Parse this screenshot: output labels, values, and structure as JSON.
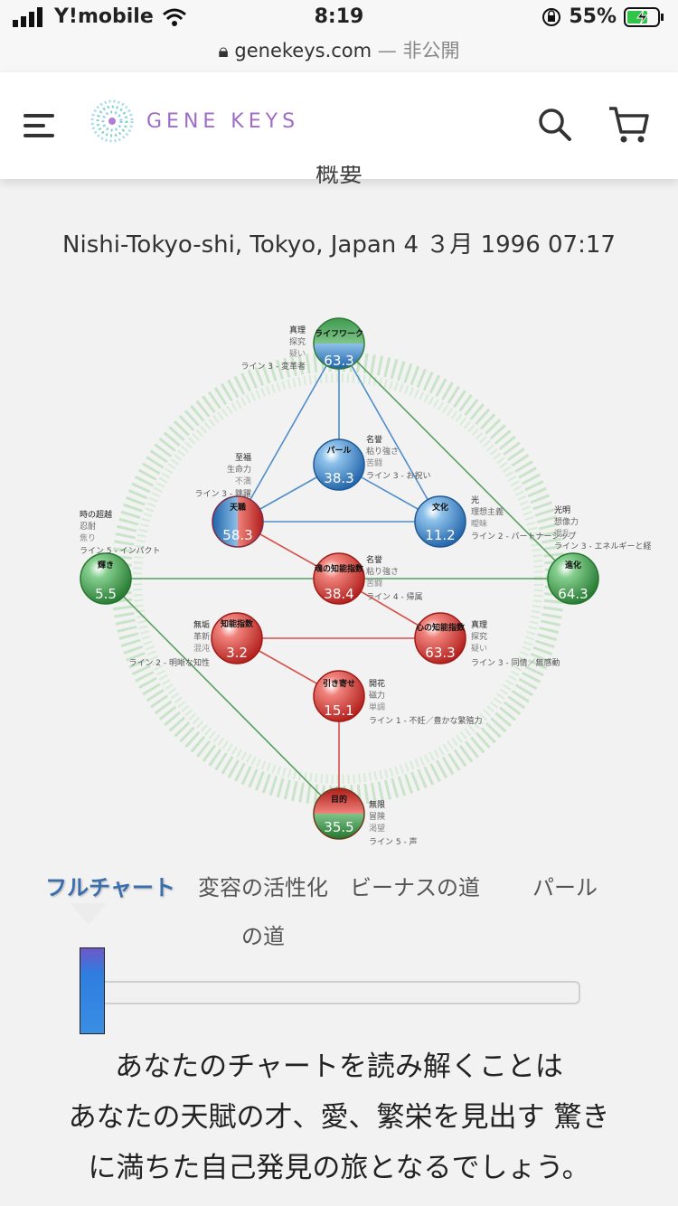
{
  "status_bar": {
    "carrier": "Y!mobile",
    "time": "8:19",
    "battery": "55%",
    "url": "genekeys.com",
    "url_suffix": "— 非公開"
  },
  "header": {
    "logo_text": "GENE KEYS",
    "menu_icon": "hamburger-menu-icon",
    "search_icon": "search-icon",
    "cart_icon": "cart-icon"
  },
  "page": {
    "title": "概要",
    "location": "Nishi-Tokyo-shi, Tokyo, Japan 4 ３月 1996 07:17"
  },
  "colors": {
    "blue_node": "#3b82c4",
    "red_node": "#d33a35",
    "green_node": "#3f9a4f",
    "accent": "#3a6fae",
    "logo": "#a06cc7"
  },
  "chart_nodes": [
    {
      "id": "lifework",
      "label": "ライフワーク",
      "value": "63.3",
      "color": "green-blue",
      "notes": [
        "真理",
        "探究",
        "疑い",
        "ライン 3 - 変革者"
      ]
    },
    {
      "id": "pearl",
      "label": "パール",
      "value": "38.3",
      "color": "blue",
      "notes": [
        "名誉",
        "粘り強さ",
        "苦闘",
        "ライン 3 - お祝い"
      ]
    },
    {
      "id": "vocation",
      "label": "天職",
      "value": "58.3",
      "color": "blue-red",
      "notes": [
        "至福",
        "生命力",
        "不満",
        "ライン 3 - 跳躍"
      ]
    },
    {
      "id": "culture",
      "label": "文化",
      "value": "11.2",
      "color": "blue",
      "notes": [
        "光",
        "理想主義",
        "曖昧",
        "ライン 2 - パートナーシップ"
      ]
    },
    {
      "id": "radiance",
      "label": "輝き",
      "value": "5.5",
      "color": "green",
      "notes": [
        "時の超越",
        "忍耐",
        "焦り",
        "ライン 5 - インパクト"
      ]
    },
    {
      "id": "sq",
      "label": "魂の知能指数",
      "value": "38.4",
      "color": "red",
      "notes": [
        "名誉",
        "粘り強さ",
        "苦闘",
        "ライン 4 - 帰属"
      ]
    },
    {
      "id": "evolution",
      "label": "進化",
      "value": "64.3",
      "color": "green",
      "notes": [
        "光明",
        "想像力",
        "混乱",
        "ライン 3 - エネルギーと経"
      ]
    },
    {
      "id": "iq",
      "label": "知能指数",
      "value": "3.2",
      "color": "red",
      "notes": [
        "無垢",
        "革新",
        "混沌",
        "ライン 2 - 明晰な知性"
      ]
    },
    {
      "id": "eq",
      "label": "心の知能指数",
      "value": "63.3",
      "color": "red",
      "notes": [
        "真理",
        "探究",
        "疑い",
        "ライン 3 - 同情／無感動"
      ]
    },
    {
      "id": "attraction",
      "label": "引き寄せ",
      "value": "15.1",
      "color": "red",
      "notes": [
        "開花",
        "磁力",
        "単調",
        "ライン 1 - 不妊／豊かな繁殖力"
      ]
    },
    {
      "id": "purpose",
      "label": "目的",
      "value": "35.5",
      "color": "red-green",
      "notes": [
        "無限",
        "冒険",
        "渇望",
        "ライン 5 - 声"
      ]
    }
  ],
  "tabs": [
    {
      "label": "フルチャート",
      "active": true
    },
    {
      "label": "変容の活性化の道",
      "active": false
    },
    {
      "label": "ビーナスの道",
      "active": false
    },
    {
      "label": "パール",
      "active": false
    }
  ],
  "message": {
    "line1": "あなたのチャートを読み解くことは",
    "line2": "あなたの天賦の才、愛、繁栄を見出す 驚き",
    "line3": "に満ちた自己発見の旅となるでしょう。"
  }
}
